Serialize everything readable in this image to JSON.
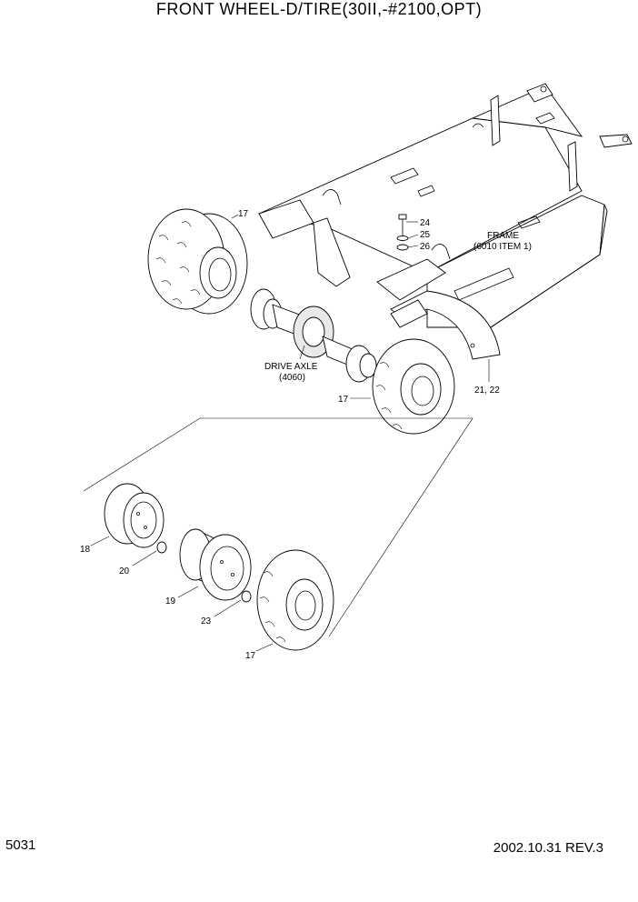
{
  "title": "FRONT WHEEL-D/TIRE(30II,-#2100,OPT)",
  "page_number": "5031",
  "revision": "2002.10.31 REV.3",
  "labels": {
    "tire_top": "17",
    "item24": "24",
    "item25": "25",
    "item26": "26",
    "frame_line1": "FRAME",
    "frame_line2": "(6010 ITEM 1)",
    "drive_axle_line1": "DRIVE AXLE",
    "drive_axle_line2": "(4060)",
    "tire_mid": "17",
    "item21_22": "21, 22",
    "item18": "18",
    "item20": "20",
    "item19": "19",
    "item23": "23",
    "tire_bottom": "17"
  }
}
